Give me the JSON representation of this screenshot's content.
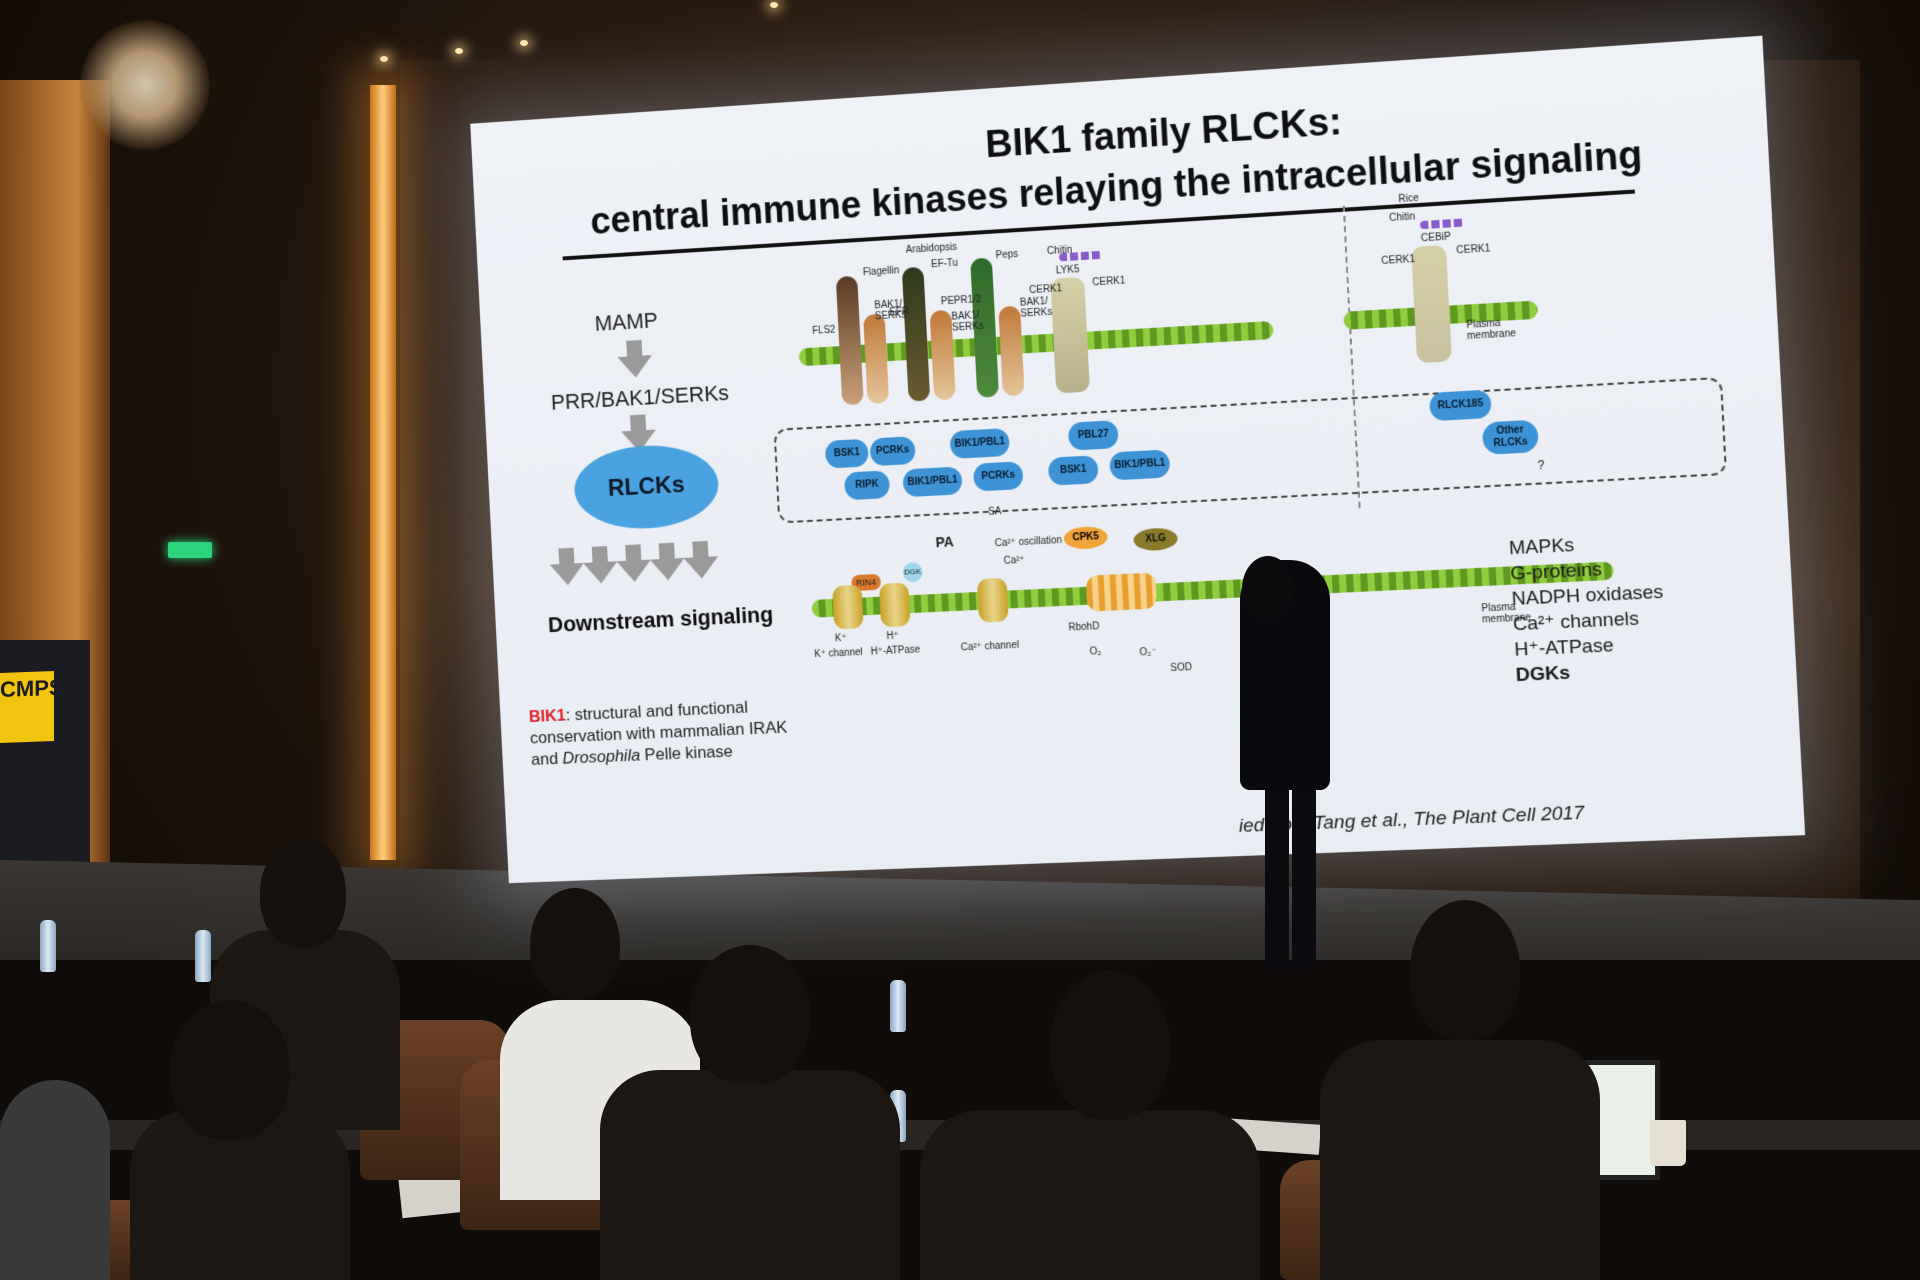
{
  "slide": {
    "title_line1": "BIK1 family RLCKs:",
    "title_line2": "central immune kinases relaying the intracellular signaling",
    "flow": {
      "step1": "MAMP",
      "step2": "PRR/BAK1/SERKs",
      "step3": "RLCKs",
      "step4": "Downstream signaling"
    },
    "note": {
      "highlight": "BIK1",
      "line1_rest": ": structural and functional",
      "line2": "conservation with mammalian IRAK",
      "line3_pre": "and ",
      "line3_italic": "Drosophila",
      "line3_post": " Pelle kinase"
    },
    "citation_pre": "ied from Tang et al., ",
    "citation_journal": "The Plant Cell 2017",
    "diagram": {
      "arabidopsis": "Arabidopsis",
      "rice": "Rice",
      "flagellin": "Flagellin",
      "eftu": "EF-Tu",
      "peps": "Peps",
      "chitin_a": "Chitin",
      "chitin_b": "Chitin",
      "fls2": "FLS2",
      "efr": "EFR",
      "pepr": "PEPR1/2",
      "bak1_a": "BAK1/ SERKs",
      "bak1_b": "BAK1/ SERKs",
      "bak1_c": "BAK1/ SERKs",
      "lyk5": "LYK5",
      "cerk1_a": "CERK1",
      "cerk1_b": "CERK1",
      "cebip": "CEBiP",
      "cerk1_c": "CERK1",
      "cerk1_d": "CERK1",
      "plasma_a": "Plasma membrane",
      "plasma_b": "Plasma membrane",
      "kinases": {
        "bsk1_a": "BSK1",
        "pcrks_a": "PCRKs",
        "ripk": "RIPK",
        "bik1_a": "BIK1/PBL1",
        "bik1_b": "BIK1/PBL1",
        "pcrks_b": "PCRKs",
        "pbl27": "PBL27",
        "bsk1_b": "BSK1",
        "bik1_c": "BIK1/PBL1",
        "rlck185": "RLCK185",
        "other": "Other RLCKs"
      },
      "sa": "SA",
      "pa": "PA",
      "dgk": "DGK",
      "rin4": "RIN4",
      "ca_osc": "Ca²⁺ oscillation",
      "ca2": "Ca²⁺",
      "cpk5": "CPK5",
      "xlg": "XLG",
      "k_channel": "K⁺ channel",
      "h_atpase": "H⁺-ATPase",
      "ca_channel": "Ca²⁺ channel",
      "rbohd": "RbohD",
      "o2": "O₂",
      "o2m": "O₂⁻",
      "sod": "SOD",
      "k_plus": "K⁺",
      "h_plus": "H⁺",
      "question": "?"
    },
    "right_list": [
      "MAPKs",
      "G-proteins",
      "NADPH oxidases",
      "Ca²⁺ channels",
      "H⁺-ATPase",
      "DGKs"
    ]
  },
  "podium_logo": "CMPS"
}
